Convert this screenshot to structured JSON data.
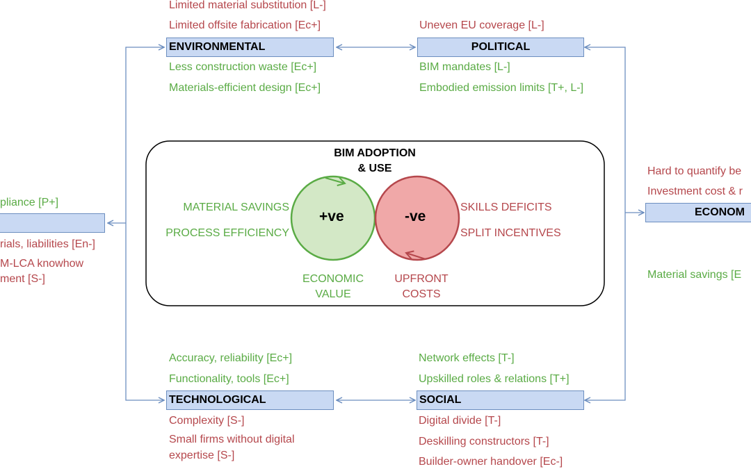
{
  "core": {
    "title_line1": "BIM ADOPTION",
    "title_line2": "& USE",
    "positive_label": "+ve",
    "negative_label": "-ve",
    "positive_items": [
      "MATERIAL SAVINGS",
      "PROCESS EFFICIENCY"
    ],
    "negative_items": [
      "SKILLS DEFICITS",
      "SPLIT INCENTIVES"
    ],
    "positive_caption": [
      "ECONOMIC",
      "VALUE"
    ],
    "negative_caption": [
      "UPFRONT",
      "COSTS"
    ]
  },
  "environmental": {
    "label": "ENVIRONMENTAL",
    "above": [
      "Limited material substitution [L-]",
      "Limited offsite fabrication [Ec+]"
    ],
    "below": [
      "Less construction waste [Ec+]",
      "Materials-efficient design [Ec+]"
    ]
  },
  "political": {
    "label": "POLITICAL",
    "above": [
      "Uneven EU coverage [L-]"
    ],
    "below": [
      "BIM mandates [L-]",
      "Embodied emission limits [T+, L-]"
    ]
  },
  "economic": {
    "label": "ECONOM",
    "above": [
      "Hard to quantify be",
      "Investment cost & r"
    ],
    "below": [
      "Material savings [E"
    ]
  },
  "legal": {
    "label": "",
    "above": [
      "pliance [P+]"
    ],
    "below": [
      "rials, liabilities [En-]",
      "M-LCA knowhow",
      "ment [S-]"
    ]
  },
  "technological": {
    "label": "TECHNOLOGICAL",
    "above": [
      "Accuracy, reliability [Ec+]",
      "Functionality, tools [Ec+]"
    ],
    "below": [
      "Complexity [S-]",
      "Small firms without digital",
      "expertise [S-]"
    ]
  },
  "social": {
    "label": "SOCIAL",
    "above": [
      "Network effects [T-]",
      "Upskilled roles & relations [T+]"
    ],
    "below": [
      "Digital divide [T-]",
      "Deskilling constructors [T-]",
      "Builder-owner handover [Ec-]"
    ]
  },
  "colors": {
    "positive": "#5aab45",
    "negative": "#b5474c",
    "box_fill": "#c9d9f3",
    "box_border": "#6c8ebf",
    "positive_circle": "#d3e8c6",
    "negative_circle": "#f0a8a8",
    "connector": "#6c8ebf"
  }
}
